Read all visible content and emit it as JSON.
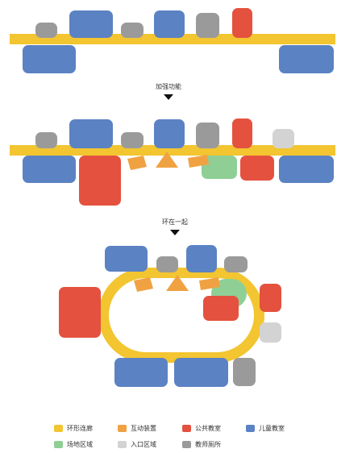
{
  "captions": {
    "step1": "加强功能",
    "step2": "环在一起"
  },
  "colors": {
    "corridor": "#f2c531",
    "interactive_space": "#f0a243",
    "public_classroom": "#e4513f",
    "children_classroom": "#5b82c3",
    "site_area": "#8fcf95",
    "entrance_area": "#d3d3d3",
    "teacher_restroom": "#9a9a9a"
  },
  "legend": [
    {
      "label": "环形连廊",
      "color": "#f2c531"
    },
    {
      "label": "互动装置",
      "color": "#f0a243"
    },
    {
      "label": "公共教室",
      "color": "#e4513f"
    },
    {
      "label": "儿童教室",
      "color": "#5b82c3"
    },
    {
      "label": "场地区域",
      "color": "#8fcf95"
    },
    {
      "label": "入口区域",
      "color": "#d3d3d3"
    },
    {
      "label": "教师厕所",
      "color": "#9a9a9a"
    }
  ]
}
